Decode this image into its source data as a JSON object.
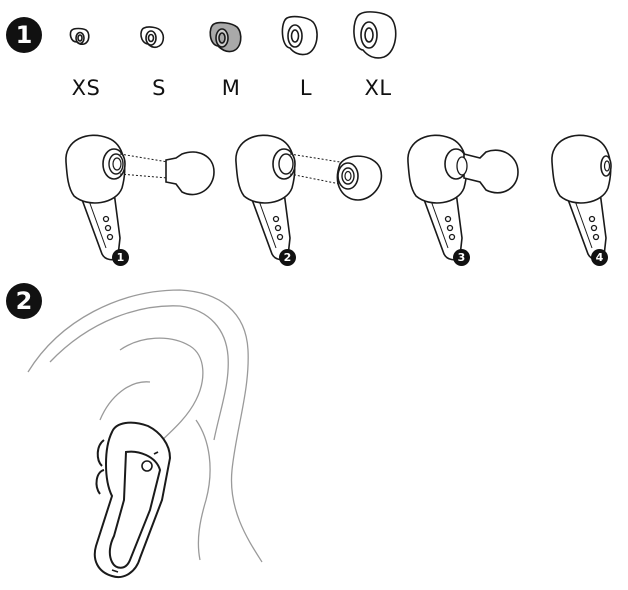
{
  "sections": [
    {
      "number": "1"
    },
    {
      "number": "2"
    }
  ],
  "tip_sizes": [
    {
      "label": "XS",
      "selected": false
    },
    {
      "label": "S",
      "selected": false
    },
    {
      "label": "M",
      "selected": true
    },
    {
      "label": "L",
      "selected": false
    },
    {
      "label": "XL",
      "selected": false
    }
  ],
  "steps": [
    {
      "number": "1"
    },
    {
      "number": "2"
    },
    {
      "number": "3"
    },
    {
      "number": "4"
    }
  ],
  "colors": {
    "line": "#1a1a1a",
    "selected_fill": "#a9a9a9",
    "badge": "#111111"
  }
}
